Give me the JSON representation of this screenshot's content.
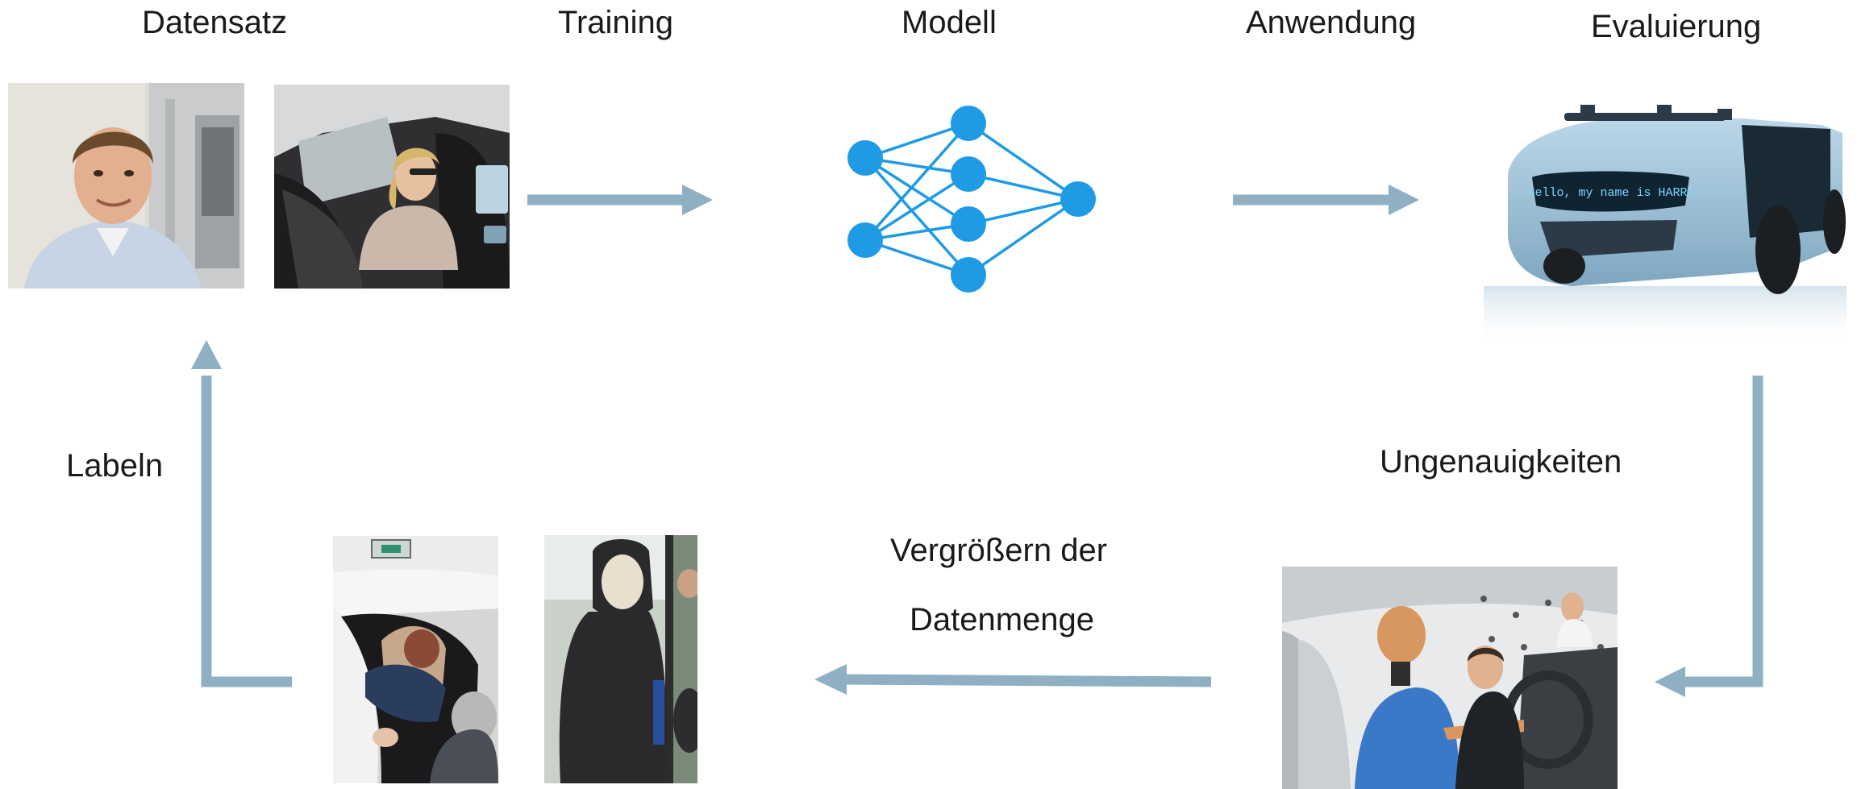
{
  "colors": {
    "arrow": "#8eb0c2",
    "node": "#1e9be4"
  },
  "labels": {
    "datensatz": "Datensatz",
    "training": "Training",
    "modell": "Modell",
    "anwendung": "Anwendung",
    "evaluierung": "Evaluierung",
    "labeln": "Labeln",
    "ungenauigkeiten": "Ungenauigkeiten",
    "vergroessern_line1": "Vergrößern der",
    "vergroessern_line2": "Datenmenge"
  },
  "vehicle_display_text": "Hello, my name is HARRI"
}
